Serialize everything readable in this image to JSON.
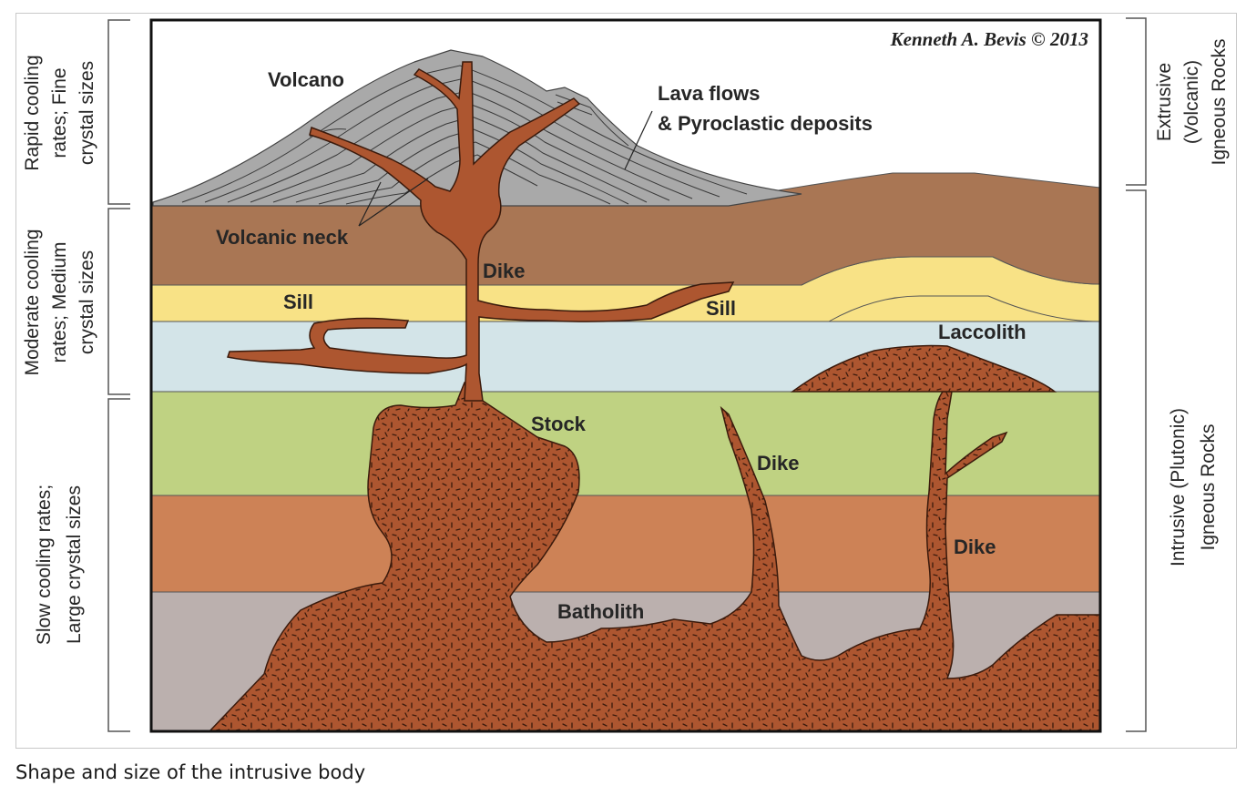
{
  "colors": {
    "volcano_gray": "#a9a9a9",
    "brown_layer": "#a97654",
    "yellow_layer": "#f8e286",
    "light_blue_layer": "#d3e4e8",
    "green_layer": "#bfd282",
    "orange_layer": "#cd8256",
    "gray_layer": "#bbb0ae",
    "magma": "#ad5630"
  },
  "diagram": {
    "credit": "Kenneth A. Bevis © 2013",
    "labels": {
      "volcano": "Volcano",
      "lava_flows_line1": "Lava flows",
      "lava_flows_line2": "& Pyroclastic deposits",
      "volcanic_neck": "Volcanic neck",
      "dike_upper": "Dike",
      "sill_left": "Sill",
      "sill_right": "Sill",
      "laccolith": "Laccolith",
      "stock": "Stock",
      "dike_middle": "Dike",
      "dike_right": "Dike",
      "batholith": "Batholith"
    },
    "left_brackets": {
      "rapid_line1": "Rapid cooling",
      "rapid_line2": "rates; Fine",
      "rapid_line3": "crystal sizes",
      "moderate_line1": "Moderate cooling",
      "moderate_line2": "rates; Medium",
      "moderate_line3": "crystal sizes",
      "slow_line1": "Slow cooling rates;",
      "slow_line2": "Large crystal sizes"
    },
    "right_brackets": {
      "extrusive_line1": "Extrusive",
      "extrusive_line2": "(Volcanic)",
      "extrusive_line3": "Igneous Rocks",
      "intrusive_line1": "Intrusive (Plutonic)",
      "intrusive_line2": "Igneous Rocks"
    }
  },
  "caption": "Shape and size of the intrusive body"
}
